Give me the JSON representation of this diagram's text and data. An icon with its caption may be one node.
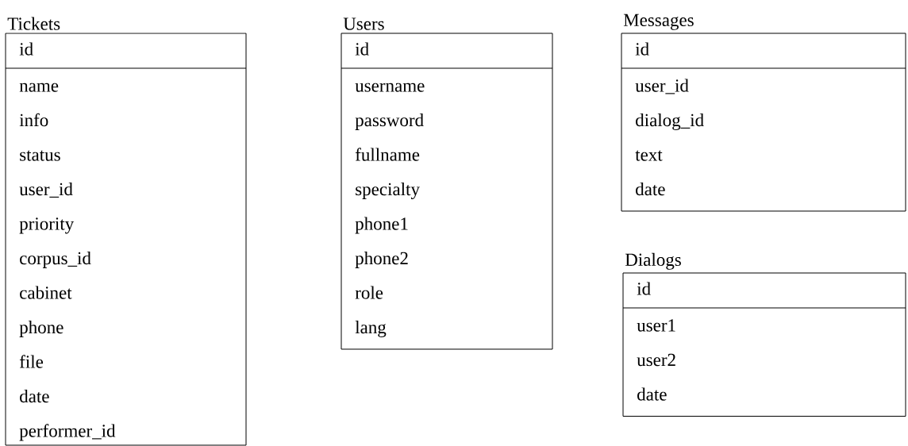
{
  "diagram": {
    "nodes": [
      {
        "text": [
          "Tickets",
          "id",
          "name",
          "info",
          "status",
          "user_id",
          "priority",
          "corpus_id",
          "cabinet",
          "phone",
          "file",
          "date",
          "performer_id"
        ]
      },
      {
        "text": [
          "Users",
          "id",
          "username",
          "password",
          "fullname",
          "specialty",
          "phone1",
          "phone2",
          "role",
          "lang"
        ]
      },
      {
        "text": [
          "Messages",
          "id",
          "user_id",
          "dialog_id",
          "text",
          "date"
        ]
      },
      {
        "text": [
          "Dialogs",
          "id",
          "user1",
          "user2",
          "date"
        ]
      }
    ]
  }
}
